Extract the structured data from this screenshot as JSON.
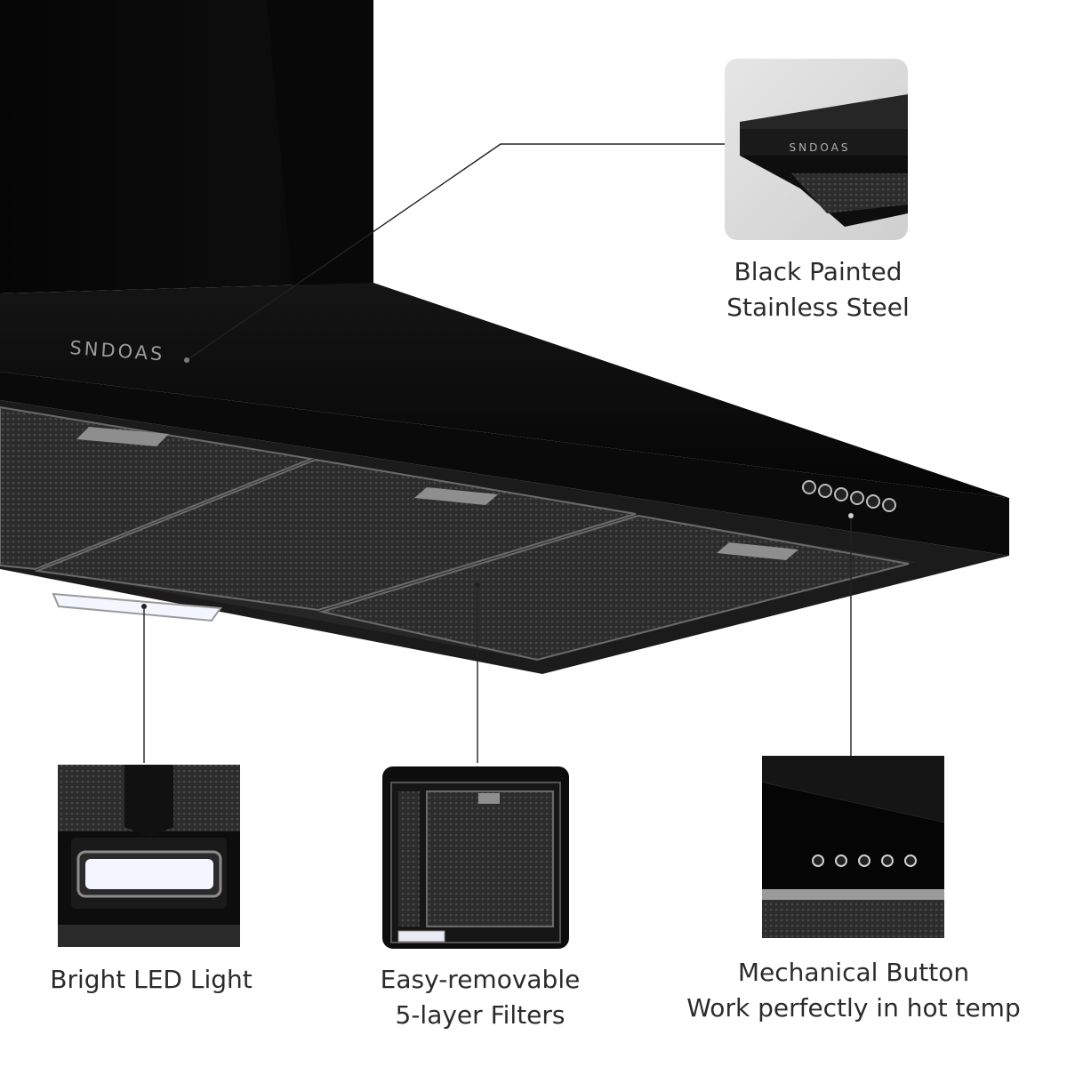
{
  "product": {
    "brand": "SNDOAS",
    "body_color": "#0c0c0c",
    "filter_color": "#3a3a3a",
    "led_color": "#f4f6ff"
  },
  "callouts": {
    "top": {
      "line1": "Black Painted",
      "line2": "Stainless Steel"
    },
    "led": {
      "line1": "Bright LED Light"
    },
    "filter": {
      "line1": "Easy-removable",
      "line2": "5-layer Filters"
    },
    "button": {
      "line1": "Mechanical Button",
      "line2": "Work perfectly in hot temp"
    }
  }
}
